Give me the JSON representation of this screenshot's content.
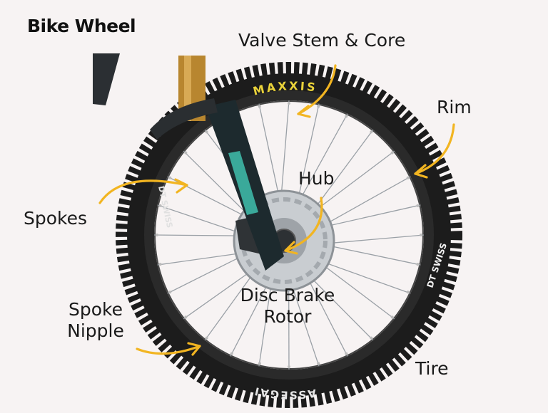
{
  "title": "Bike Wheel",
  "labels": {
    "valve": "Valve Stem & Core",
    "rim": "Rim",
    "hub": "Hub",
    "spokes": "Spokes",
    "spoke_nipple_line1": "Spoke",
    "spoke_nipple_line2": "Nipple",
    "rotor_line1": "Disc Brake",
    "rotor_line2": "Rotor",
    "tire": "Tire"
  },
  "tire_text": {
    "top": "MAXXIS",
    "bottom": "ASSEGAI"
  },
  "rim_text": {
    "brand": "DT SWISS"
  },
  "colors": {
    "background": "#f7f3f3",
    "arrow": "#f2b521",
    "tire": "#1c1c1c",
    "rim": "#2a2a2a",
    "fork_stanchion": "#b8862f",
    "fork_lower": "#1d2a2e",
    "fork_accent": "#3aa99a",
    "tire_logo": "#e9d23a"
  }
}
